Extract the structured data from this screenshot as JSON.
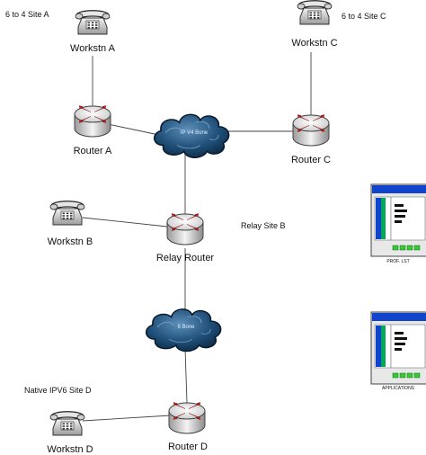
{
  "sites": {
    "site_a": "6 to 4 Site A",
    "site_c": "6 to 4 Site C",
    "relay_site_b": "Relay Site B",
    "native_site_d": "Native IPV6 Site D"
  },
  "nodes": {
    "workstn_a": "Workstn A",
    "workstn_c": "Workstn C",
    "router_a": "Router A",
    "router_c": "Router C",
    "workstn_b": "Workstn B",
    "relay_router": "Relay Router",
    "workstn_d": "Workstn D",
    "router_d": "Router D"
  },
  "clouds": {
    "ipv4_bone": "IP V4 Bone",
    "six_bone": "6 Bone"
  },
  "panels": {
    "top": "PROF. LST",
    "bottom": "APPLICATIONS"
  },
  "colors": {
    "cloud_fill": "#1f4f78",
    "router_arrow": "#d51b1b",
    "panel_header": "#1144cc",
    "panel_side": "#00a85a",
    "panel_body": "#e8e8e8",
    "panel_led": "#33cc33"
  }
}
